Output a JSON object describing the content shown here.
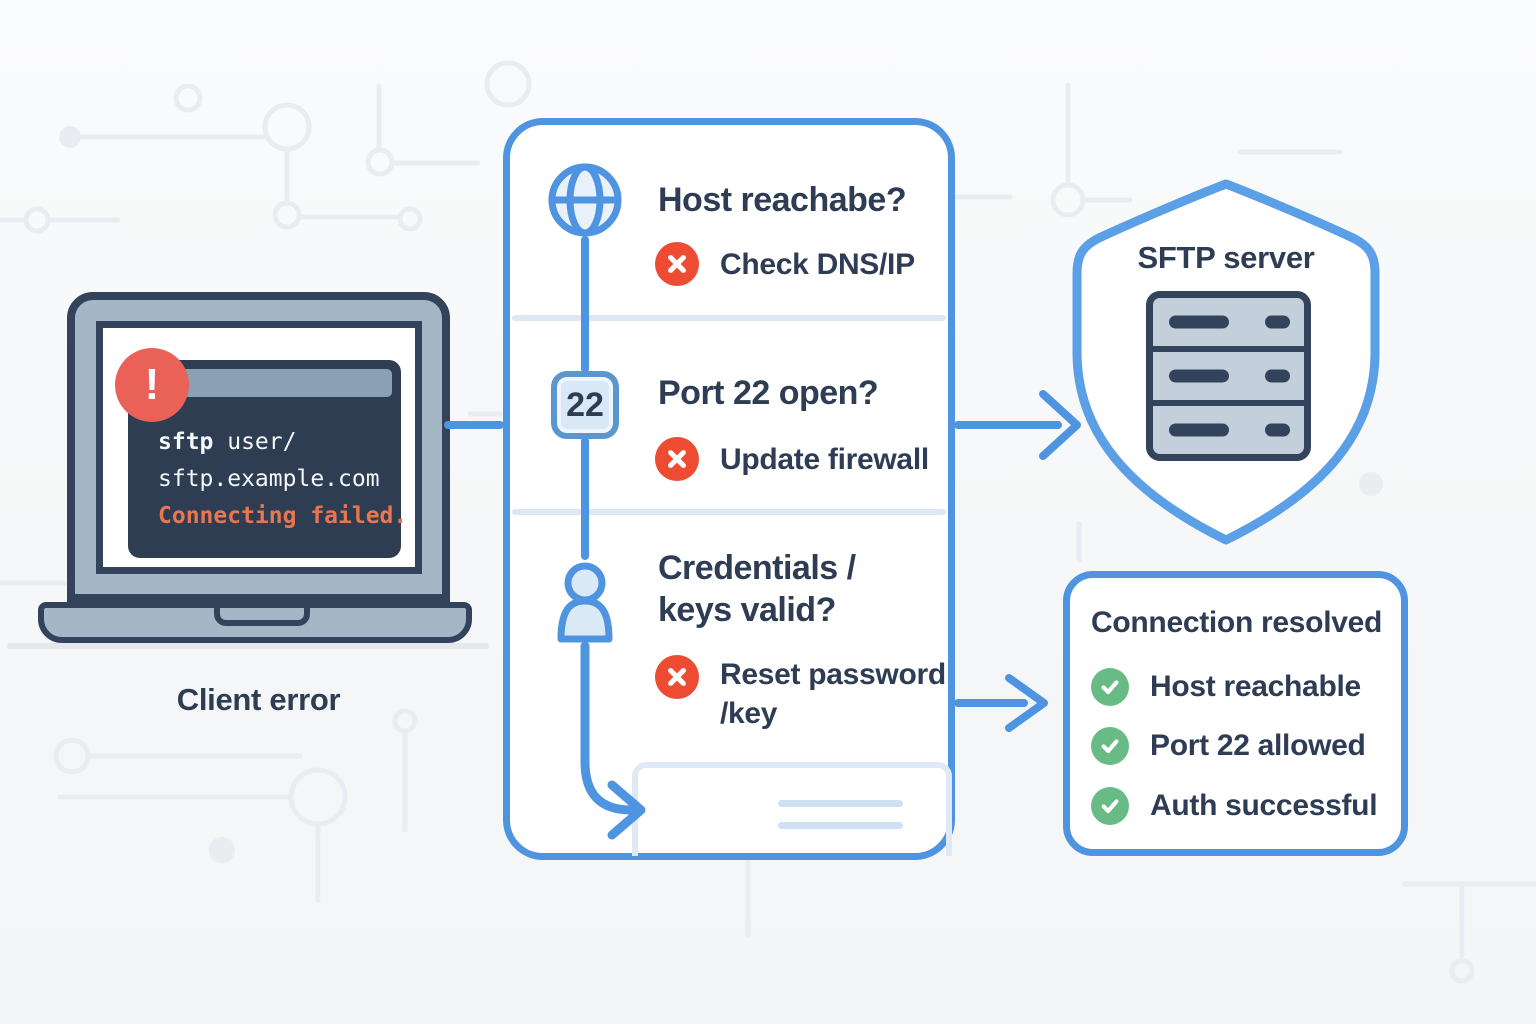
{
  "colors": {
    "accent_blue": "#4f94e0",
    "shield_blue": "#5b9fe6",
    "navy_text": "#2e3d54",
    "error_red": "#ee4b33",
    "alert_salmon": "#ea6157",
    "fail_orange": "#e8764f",
    "success_green": "#68bb84",
    "light_blue_fill": "#d9e8f7",
    "laptop_gray": "#a3b7c6",
    "terminal_navy": "#2e3d52"
  },
  "client": {
    "label": "Client error",
    "alert_glyph": "!",
    "terminal": {
      "line1_cmd": "sftp",
      "line1_rest": " user/",
      "line2": "sftp.example.com",
      "line3": "Connecting failed."
    }
  },
  "checklist": {
    "steps": [
      {
        "icon": "globe-icon",
        "question": "Host reachabe?",
        "action": "Check DNS/IP"
      },
      {
        "icon": "port-22-badge-icon",
        "badge": "22",
        "question": "Port 22 open?",
        "action": "Update firewall"
      },
      {
        "icon": "user-icon",
        "question_line1": "Credentials /",
        "question_line2": "keys valid?",
        "action_line1": "Reset password",
        "action_line2": "/key"
      }
    ]
  },
  "server": {
    "label": "SFTP server"
  },
  "resolved": {
    "title": "Connection resolved",
    "items": [
      "Host reachable",
      "Port 22 allowed",
      "Auth successful"
    ]
  }
}
